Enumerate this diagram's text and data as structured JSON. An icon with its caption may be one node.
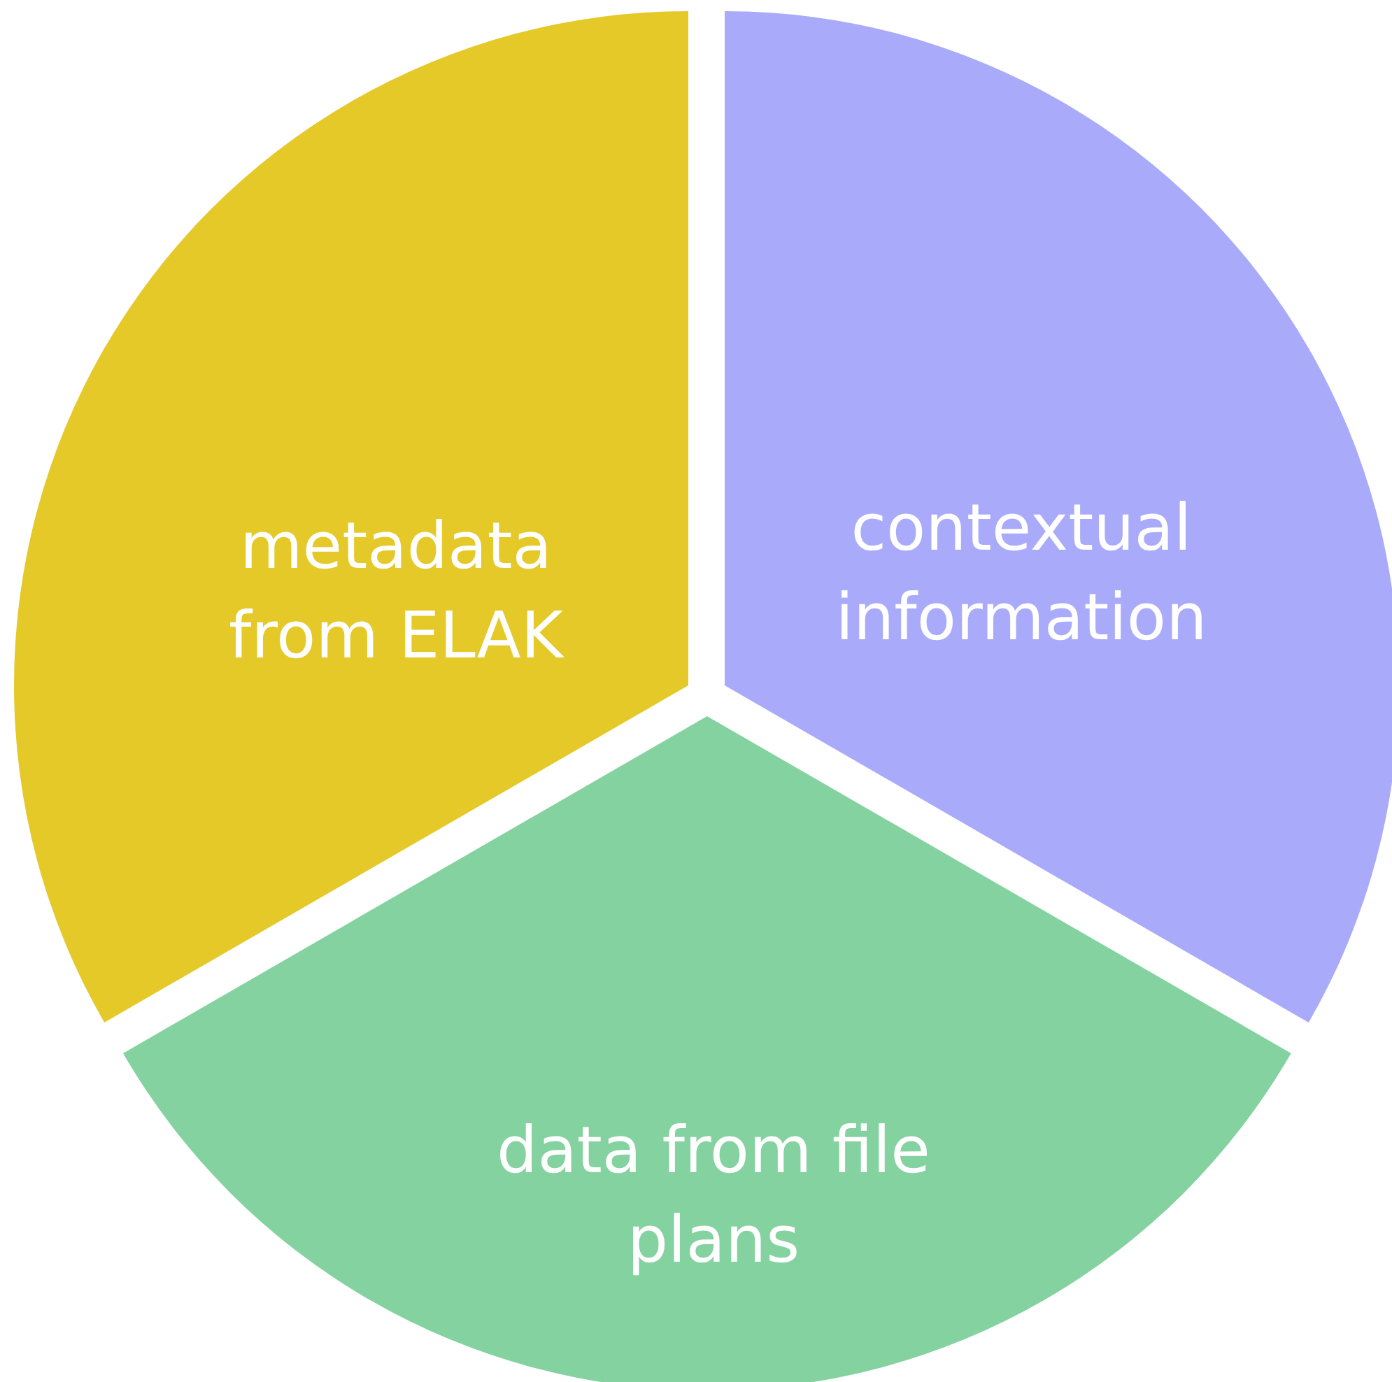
{
  "diagram": {
    "nodes": [
      {
        "text": [
          "metadata from ELAK"
        ]
      },
      {
        "text": [
          "contextual information"
        ]
      },
      {
        "text": [
          "data from file plans"
        ]
      }
    ]
  }
}
